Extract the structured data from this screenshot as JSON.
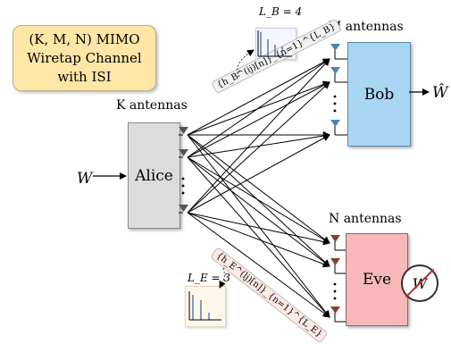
{
  "title_box": {
    "line1": "(K, M, N) MIMO",
    "line2": "Wiretap Channel",
    "line3": "with ISI"
  },
  "labels": {
    "k_antennas": "K antennas",
    "m_antennas": "M antennas",
    "n_antennas": "N antennas",
    "input": "W",
    "output": "Ŵ",
    "lb": "L_B = 4",
    "le": "L_E = 3",
    "channel_b": "{h_B^(ij)[n]}_{n=1}^{L_B}",
    "channel_e": "{h_E^(lj)[n]}_{n=1}^{L_E}"
  },
  "blocks": {
    "alice": "Alice",
    "bob": "Bob",
    "eve": "Eve"
  },
  "no_w_symbol": "W",
  "colors": {
    "title_fill": "#fde6a6",
    "alice_fill": "#dcdcdc",
    "bob_fill": "#a9d6f3",
    "eve_fill": "#f6b8b8",
    "bob_antenna": "#4a86ad",
    "eve_antenna": "#8a3b2f",
    "alice_antenna": "#555555"
  }
}
